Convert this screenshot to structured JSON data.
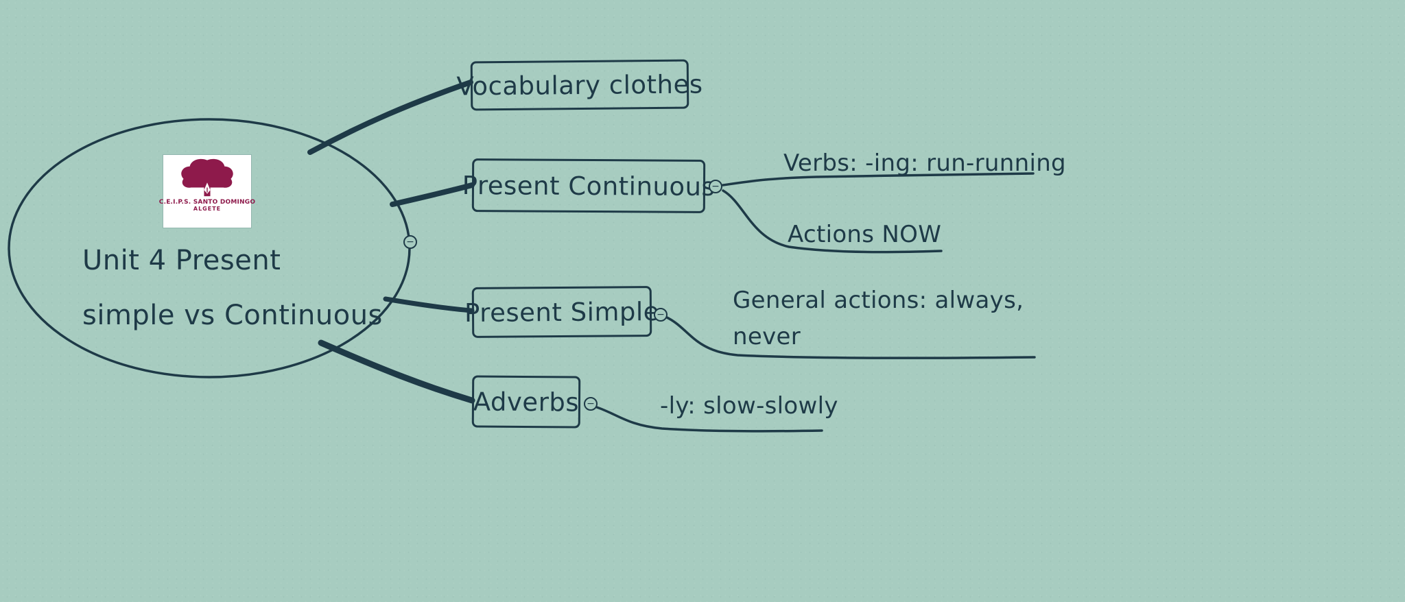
{
  "palette": {
    "background": "#a7ccc0",
    "ink": "#1e3a47",
    "logo_maroon": "#8e1a4b",
    "logo_background": "#ffffff"
  },
  "root": {
    "title_line1": "Unit 4 Present",
    "title_line2": "simple vs Continuous",
    "logo": {
      "school": "C.E.I.P.S. SANTO DOMINGO",
      "town": "ALGETE"
    }
  },
  "branches": [
    {
      "label": "Vocabulary clothes",
      "children": []
    },
    {
      "label": "Present Continuous",
      "children": [
        {
          "label": "Verbs: -ing: run-running"
        },
        {
          "label": "Actions NOW"
        }
      ]
    },
    {
      "label": "Present Simple",
      "children": [
        {
          "label": "General actions: always, never"
        }
      ]
    },
    {
      "label": "Adverbs",
      "children": [
        {
          "label": "-ly: slow-slowly"
        }
      ]
    }
  ],
  "icons": {
    "collapse_symbol": "−"
  }
}
